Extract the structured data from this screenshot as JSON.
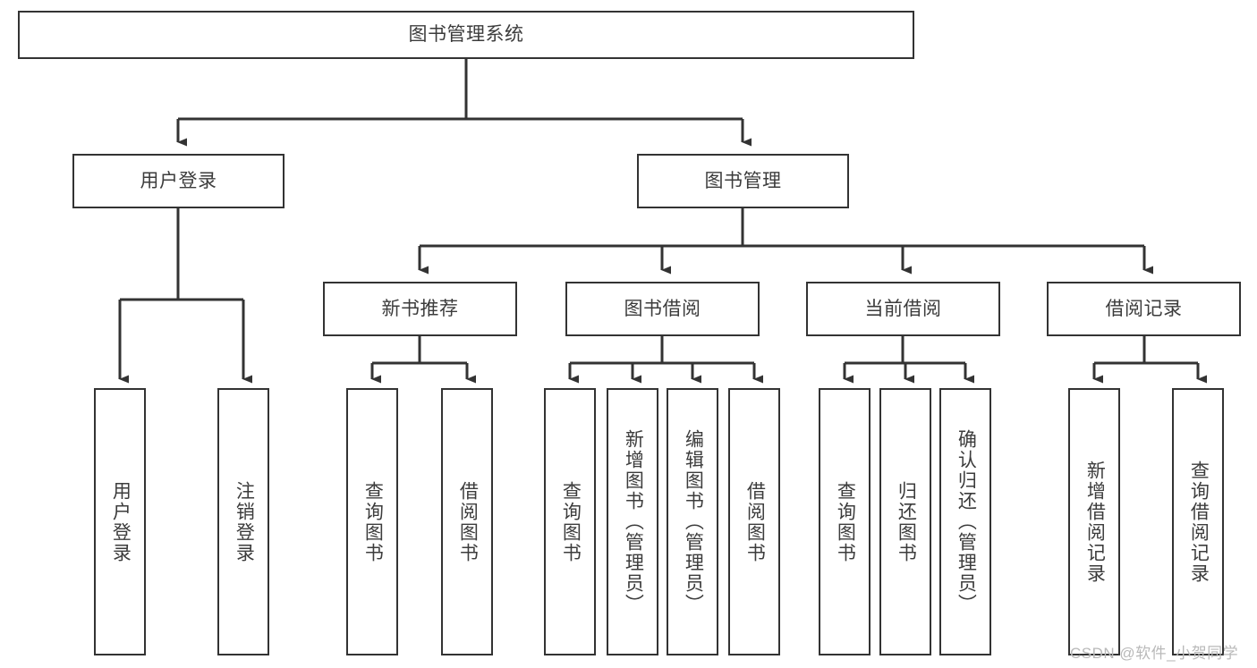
{
  "diagram": {
    "title": "图书管理系统",
    "watermark": "CSDN @软件_小贺同学",
    "colors": {
      "stroke": "#333333",
      "text": "#3c3c3c",
      "background": "#ffffff",
      "watermark": "#b9b9b9"
    },
    "nodes": {
      "root": {
        "label": "图书管理系统",
        "orientation": "horizontal"
      },
      "level1": [
        {
          "id": "user-login",
          "label": "用户登录",
          "orientation": "horizontal"
        },
        {
          "id": "book-manage",
          "label": "图书管理",
          "orientation": "horizontal"
        }
      ],
      "level2": [
        {
          "id": "new-book-recommend",
          "label": "新书推荐",
          "orientation": "horizontal"
        },
        {
          "id": "book-borrow",
          "label": "图书借阅",
          "orientation": "horizontal"
        },
        {
          "id": "current-borrow",
          "label": "当前借阅",
          "orientation": "horizontal"
        },
        {
          "id": "borrow-record",
          "label": "借阅记录",
          "orientation": "horizontal"
        }
      ],
      "leaves": [
        {
          "id": "leaf-user-login",
          "label": "用户登录",
          "parent": "user-login",
          "orientation": "vertical"
        },
        {
          "id": "leaf-logout-login",
          "label": "注销登录",
          "parent": "user-login",
          "orientation": "vertical"
        },
        {
          "id": "leaf-query-book-1",
          "label": "查询图书",
          "parent": "new-book-recommend",
          "orientation": "vertical"
        },
        {
          "id": "leaf-borrow-book-1",
          "label": "借阅图书",
          "parent": "new-book-recommend",
          "orientation": "vertical"
        },
        {
          "id": "leaf-query-book-2",
          "label": "查询图书",
          "parent": "book-borrow",
          "orientation": "vertical"
        },
        {
          "id": "leaf-add-book",
          "label": "新增图书（管理员）",
          "parent": "book-borrow",
          "orientation": "vertical"
        },
        {
          "id": "leaf-edit-book",
          "label": "编辑图书（管理员）",
          "parent": "book-borrow",
          "orientation": "vertical"
        },
        {
          "id": "leaf-borrow-book-2",
          "label": "借阅图书",
          "parent": "book-borrow",
          "orientation": "vertical"
        },
        {
          "id": "leaf-query-book-3",
          "label": "查询图书",
          "parent": "current-borrow",
          "orientation": "vertical"
        },
        {
          "id": "leaf-return-book",
          "label": "归还图书",
          "parent": "current-borrow",
          "orientation": "vertical"
        },
        {
          "id": "leaf-confirm-return",
          "label": "确认归还（管理员）",
          "parent": "current-borrow",
          "orientation": "vertical"
        },
        {
          "id": "leaf-add-record",
          "label": "新增借阅记录",
          "parent": "borrow-record",
          "orientation": "vertical"
        },
        {
          "id": "leaf-query-record",
          "label": "查询借阅记录",
          "parent": "borrow-record",
          "orientation": "vertical"
        }
      ]
    }
  }
}
